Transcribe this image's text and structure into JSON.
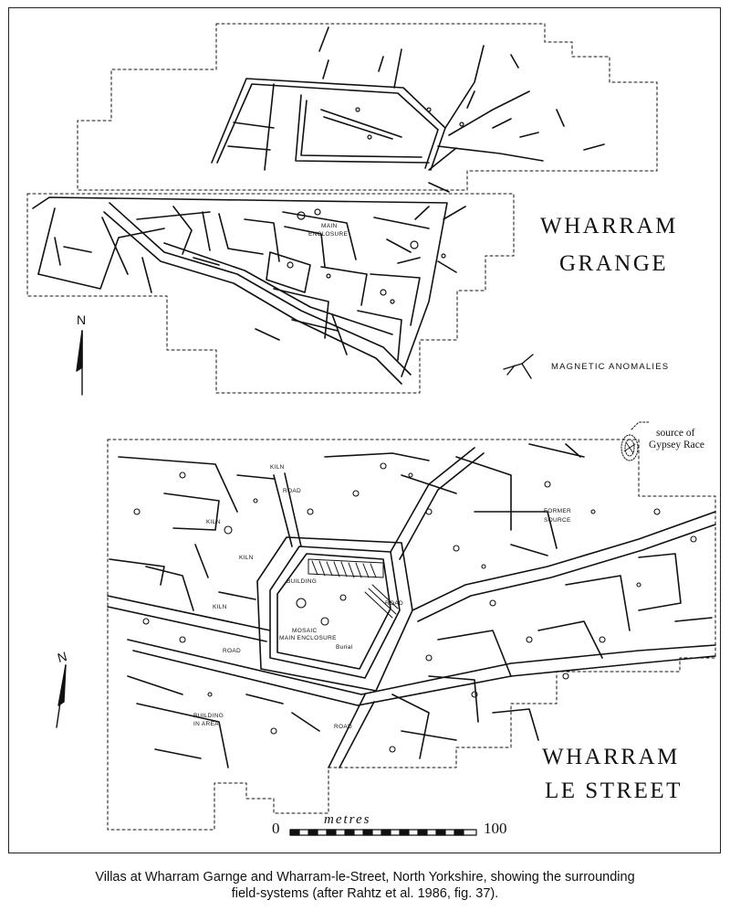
{
  "sites": {
    "upper_title_line1": "WHARRAM",
    "upper_title_line2": "GRANGE",
    "lower_title_line1": "WHARRAM",
    "lower_title_line2": "LE STREET"
  },
  "north_label": "N",
  "legend": {
    "magnetic_anomalies": "MAGNETIC ANOMALIES",
    "source_line1": "source of",
    "source_line2": "Gypsey Race"
  },
  "features": {
    "main_enclosure_grange_1": "MAIN",
    "main_enclosure_grange_2": "ENCLOSURE",
    "kiln": "KILN",
    "road": "ROAD",
    "building": "BUILDING",
    "mosaic": "MOSAIC",
    "main_enclosure": "MAIN ENCLOSURE",
    "burial": "Burial",
    "former_source_1": "FORMER",
    "former_source_2": "SOURCE",
    "building_in_area_1": "BUILDING",
    "building_in_area_2": "IN AREA"
  },
  "scale": {
    "unit": "metres",
    "min": "0",
    "max": "100"
  },
  "caption": {
    "line1": "Villas at Wharram Garnge and Wharram-le-Street, North Yorkshire, showing the surrounding",
    "line2": "field-systems (after Rahtz et al. 1986, fig. 37)."
  },
  "colors": {
    "ink": "#111111",
    "background": "#ffffff"
  }
}
